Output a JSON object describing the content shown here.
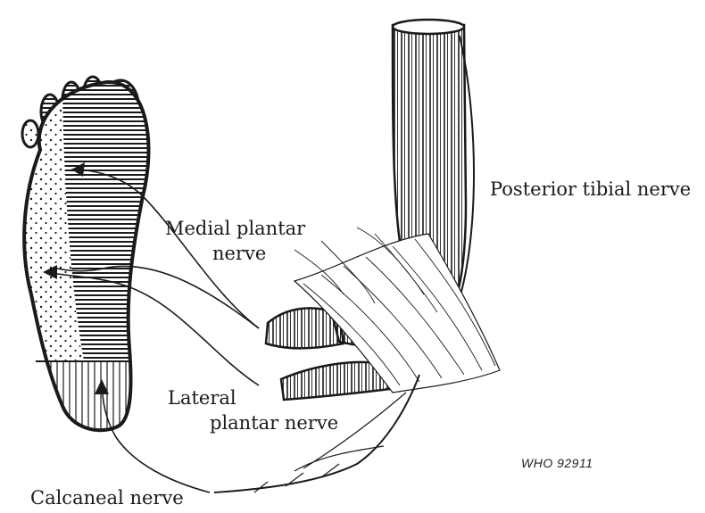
{
  "labels": {
    "posterior_tibial": "Posterior tibial nerve",
    "medial_line1": "Medial plantar",
    "medial_line2": "nerve",
    "lateral_line1": "Lateral",
    "lateral_line2": "plantar nerve",
    "calcaneal": "Calcaneal nerve"
  },
  "code": "WHO 92911",
  "colors": {
    "ink": "#1a1a1a",
    "background": "#ffffff"
  }
}
